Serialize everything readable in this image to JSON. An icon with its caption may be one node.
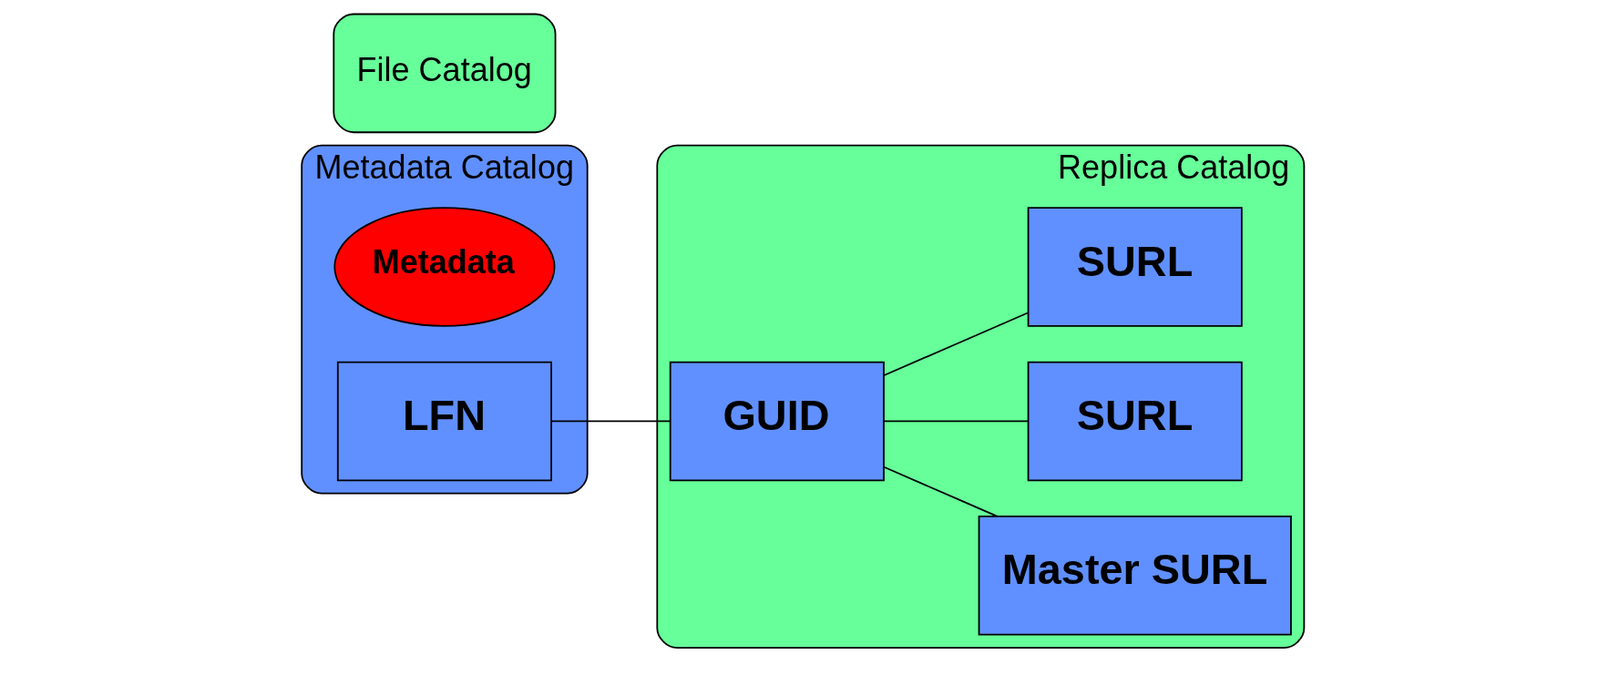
{
  "diagram": {
    "nodes": [
      {
        "text": [
          "Metadata Catalog"
        ]
      },
      {
        "text": [
          "Metadata"
        ],
        "in": 0
      },
      {
        "text": [
          "LFN"
        ],
        "in": 0
      },
      {
        "text": [
          "File Catalog"
        ]
      },
      {
        "text": [
          "Replica Catalog"
        ]
      },
      {
        "text": [
          "GUID"
        ],
        "in": 4
      },
      {
        "text": [
          "Master SURL"
        ],
        "in": 4
      },
      {
        "text": [
          "SURL"
        ],
        "in": 4
      },
      {
        "text": [
          "SURL"
        ],
        "in": 4
      }
    ],
    "edges": [
      {
        "from": 2,
        "to": 5,
        "arrow": "none"
      },
      {
        "from": 5,
        "to": 6,
        "arrow": "none"
      },
      {
        "from": 5,
        "to": 7,
        "arrow": "none"
      },
      {
        "from": 5,
        "to": 8,
        "arrow": "none"
      }
    ]
  }
}
